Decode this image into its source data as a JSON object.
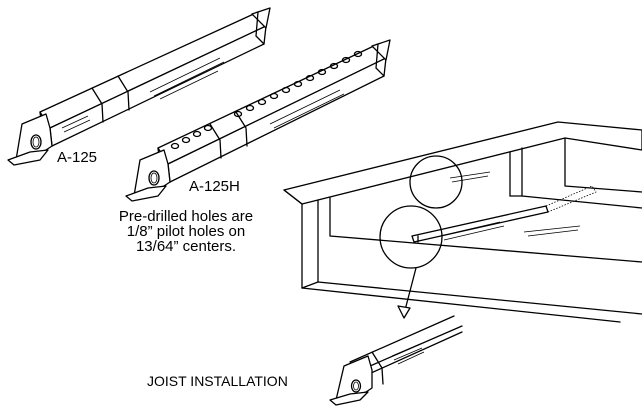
{
  "labels": {
    "part_a": "A-125",
    "part_b": "A-125H",
    "note_lines": [
      "Pre-drilled holes are",
      "1/8” pilot holes on",
      "13/64” centers."
    ],
    "installation": "JOIST INSTALLATION"
  },
  "colors": {
    "ink": "#000000",
    "background": "#ffffff"
  }
}
